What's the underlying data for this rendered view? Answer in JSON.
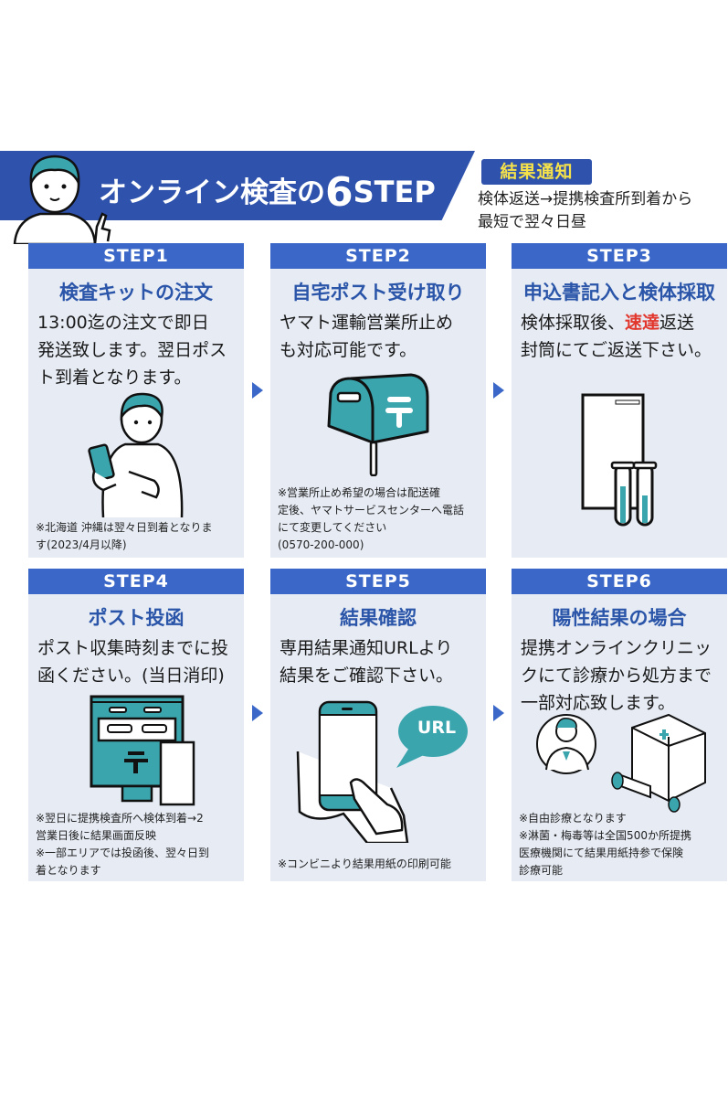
{
  "header": {
    "title_prefix": "オンライン検査の",
    "title_number": "6",
    "title_suffix": "STEP",
    "notice_badge": "結果通知",
    "notice_text": "検体返送→提携検査所到着から\n最短で翌々日昼"
  },
  "colors": {
    "brand_blue": "#2f52ad",
    "step_header_blue": "#3a67c8",
    "title_blue": "#2a55a8",
    "card_bg": "#e6ebf4",
    "teal": "#3ba5ae",
    "badge_yellow": "#f5e24a",
    "highlight_red": "#e2362c"
  },
  "steps": [
    {
      "label": "STEP1",
      "title": "検査キットの注文",
      "body": "13:00迄の注文で即日\n発送致します。翌日ポス\nト到着となります。",
      "note": "※北海道 沖縄は翌々日到着となりま\nす(2023/4月以降)",
      "illustration": "person-with-smartphone-icon"
    },
    {
      "label": "STEP2",
      "title": "自宅ポスト受け取り",
      "body": "ヤマト運輸営業所止め\nも対応可能です。",
      "note": "※営業所止め希望の場合は配送確\n定後、ヤマトサービスセンターへ電話\nにて変更してください\n(0570-200-000)",
      "illustration": "mailbox-icon"
    },
    {
      "label": "STEP3",
      "title": "申込書記入と検体採取",
      "body_before": "検体採取後、",
      "body_highlight": "速達",
      "body_after": "返送\n封筒にてご返送下さい。",
      "illustration": "envelope-test-tubes-icon"
    },
    {
      "label": "STEP4",
      "title": "ポスト投函",
      "body": "ポスト収集時刻までに投\n函ください。(当日消印)",
      "note": "※翌日に提携検査所へ検体到着→2\n営業日後に結果画面反映\n※一部エリアでは投函後、翌々日到\n着となります",
      "illustration": "post-box-icon"
    },
    {
      "label": "STEP5",
      "title": "結果確認",
      "body": "専用結果通知URLより\n結果をご確認下さい。",
      "note": "※コンビニより結果用紙の印刷可能",
      "bubble_text": "URL",
      "illustration": "smartphone-url-icon"
    },
    {
      "label": "STEP6",
      "title": "陽性結果の場合",
      "body": "提携オンラインクリニッ\nクにて診療から処方まで\n一部対応致します。",
      "note": "※自由診療となります\n※淋菌・梅毒等は全国500か所提携\n医療機関にて結果用紙持参で保険\n診療可能",
      "illustration": "doctor-hospital-icon"
    }
  ]
}
